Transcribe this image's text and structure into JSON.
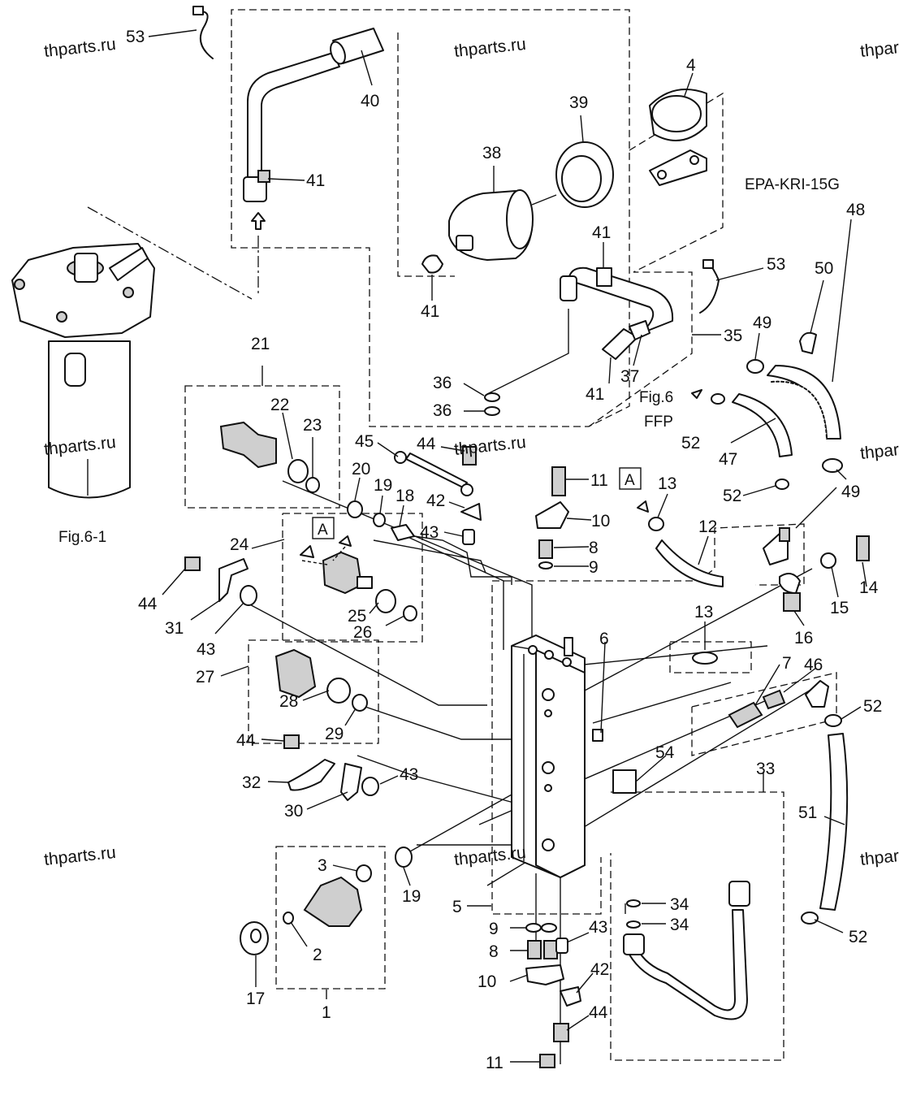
{
  "diagram_code": "EPA-KRI-15G",
  "figure_ref": "Fig.6-1",
  "fig6_ref": "Fig.6",
  "ffp_ref": "FFP",
  "view_marker": "A",
  "watermark": "thparts.ru",
  "callouts": [
    "1",
    "2",
    "3",
    "4",
    "5",
    "6",
    "7",
    "8",
    "9",
    "10",
    "11",
    "12",
    "13",
    "14",
    "15",
    "16",
    "17",
    "18",
    "19",
    "20",
    "21",
    "22",
    "23",
    "24",
    "25",
    "26",
    "27",
    "28",
    "29",
    "30",
    "31",
    "32",
    "33",
    "34",
    "35",
    "36",
    "37",
    "38",
    "39",
    "40",
    "41",
    "42",
    "43",
    "44",
    "45",
    "46",
    "47",
    "48",
    "49",
    "50",
    "51",
    "52",
    "53",
    "54"
  ]
}
